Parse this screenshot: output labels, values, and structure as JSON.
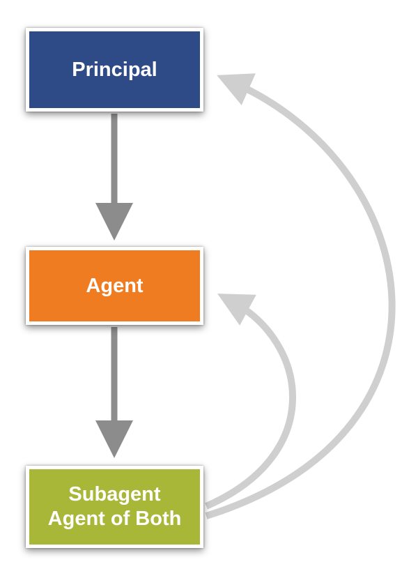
{
  "nodes": {
    "principal": {
      "label": "Principal",
      "fill": "#2e4a87"
    },
    "agent": {
      "label": "Agent",
      "fill": "#f07c21"
    },
    "subagent": {
      "label_line1": "Subagent",
      "label_line2": "Agent of Both",
      "fill": "#a8b737"
    }
  },
  "edges": [
    {
      "from": "principal",
      "to": "agent",
      "color": "#8c8c8c"
    },
    {
      "from": "agent",
      "to": "subagent",
      "color": "#8c8c8c"
    },
    {
      "from": "subagent",
      "to": "agent",
      "color": "#cfcfcf"
    },
    {
      "from": "subagent",
      "to": "principal",
      "color": "#cfcfcf"
    }
  ]
}
